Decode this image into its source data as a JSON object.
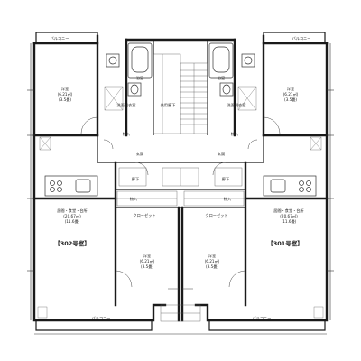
{
  "units": {
    "left": {
      "unit_name": "【302号室】",
      "balcony_top": "バルコニー",
      "balcony_bottom": "バルコニー",
      "bedroom_upper": {
        "name": "洋室",
        "area": "(6.21㎡)",
        "tatami": "(3.5畳)"
      },
      "ldk": {
        "name": "居間・食堂・台所",
        "area": "(20.67㎡)",
        "tatami": "(11.6畳)"
      },
      "bedroom_lower": {
        "name": "洋室",
        "area": "(6.21㎡)",
        "tatami": "(3.5畳)"
      },
      "corridor": "廊下",
      "entrance": "玄関",
      "storage": "物入",
      "washroom": "洗面脱衣室",
      "bath": "浴室"
    },
    "right": {
      "unit_name": "【301号室】",
      "balcony_top": "バルコニー",
      "balcony_bottom": "バルコニー",
      "bedroom_upper": {
        "name": "洋室",
        "area": "(6.21㎡)",
        "tatami": "(3.5畳)"
      },
      "ldk": {
        "name": "居間・食堂・台所",
        "area": "(20.67㎡)",
        "tatami": "(11.6畳)"
      },
      "bedroom_lower": {
        "name": "洋室",
        "area": "(6.21㎡)",
        "tatami": "(3.5畳)"
      },
      "corridor": "廊下",
      "entrance": "玄関",
      "storage": "物入",
      "washroom": "洗面脱衣室",
      "bath": "浴室"
    }
  },
  "common": {
    "hallway": "共用廊下",
    "closet_left": "クローゼット",
    "closet_right": "クローゼット",
    "storage_left": "物入",
    "storage_right": "物入"
  }
}
